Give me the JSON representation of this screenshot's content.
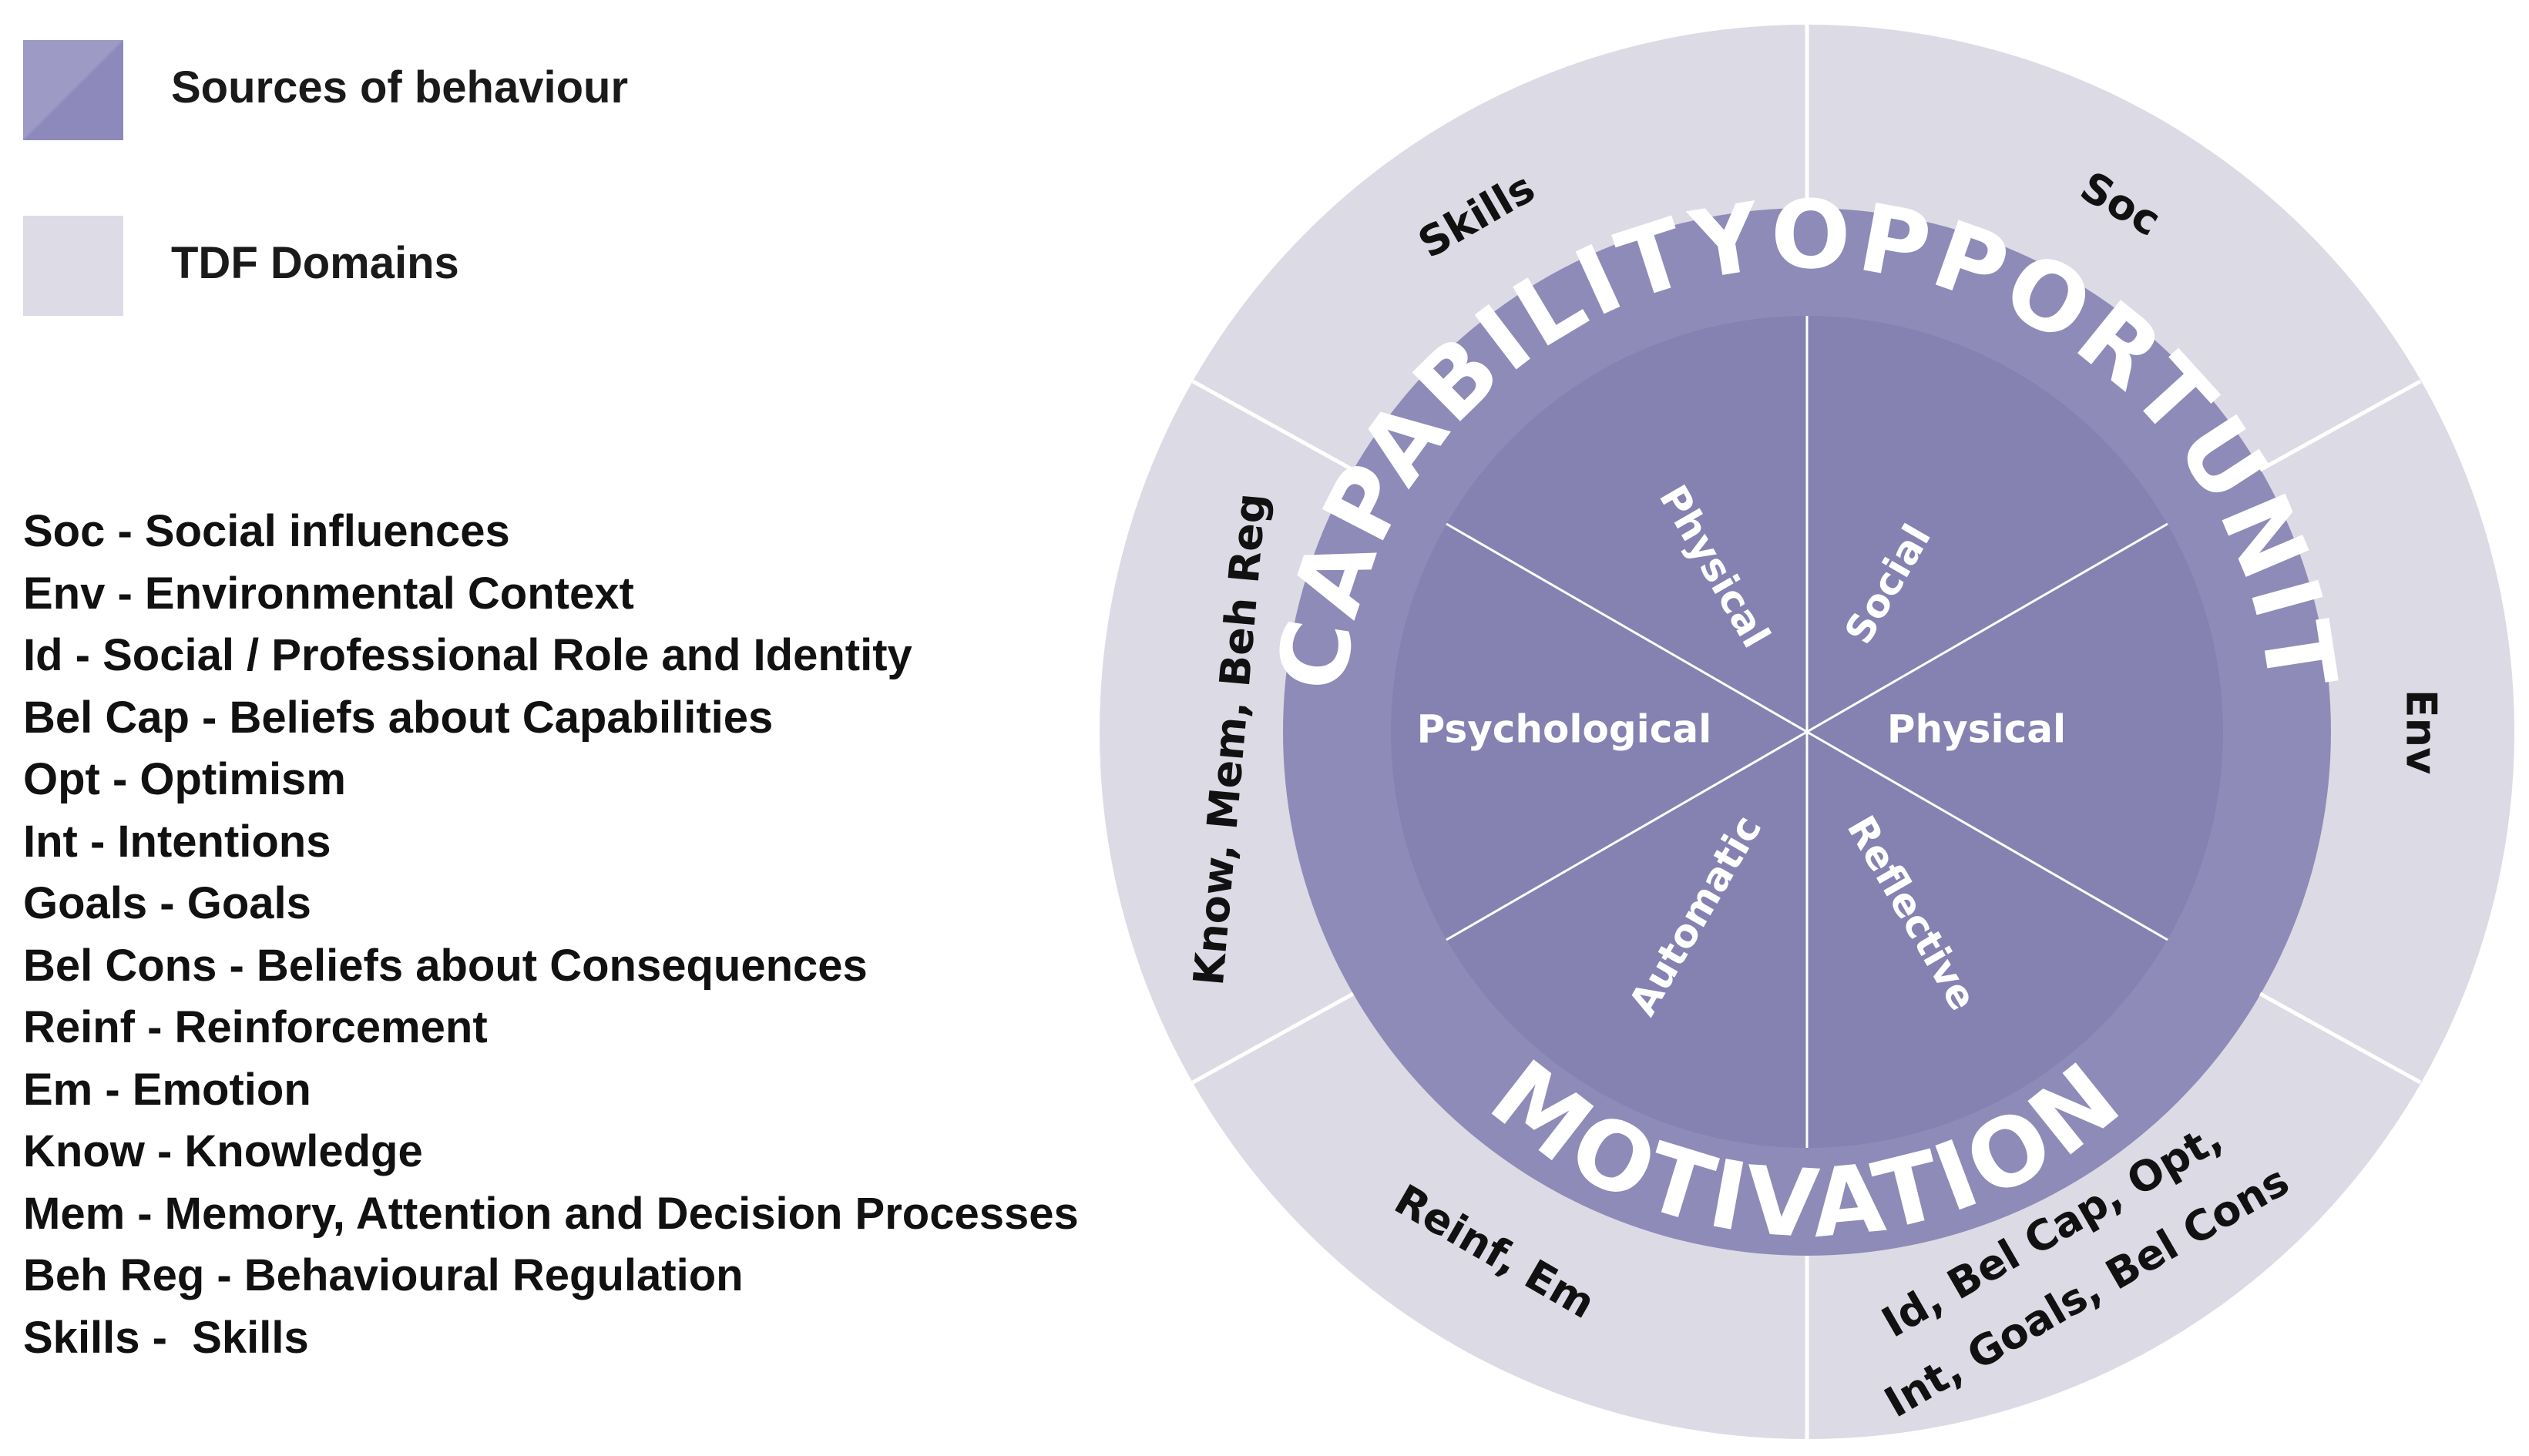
{
  "legend": {
    "sources": {
      "label": "Sources of behaviour",
      "color": "#8f8cba"
    },
    "tdf": {
      "label": "TDF Domains",
      "color": "#dddbe5"
    }
  },
  "abbreviations": [
    "Soc - Social influences",
    "Env - Environmental Context",
    "Id - Social / Professional Role and Identity",
    "Bel Cap - Beliefs about Capabilities",
    "Opt - Optimism",
    "Int - Intentions",
    "Goals - Goals",
    "Bel Cons - Beliefs about Consequences",
    "Reinf - Reinforcement",
    "Em - Emotion",
    "Know - Knowledge",
    "Mem - Memory, Attention and Decision Processes",
    "Beh Reg - Behavioural Regulation",
    "Skills -  Skills"
  ],
  "wheel": {
    "colors": {
      "outer": "#dcdae4",
      "middle": "#8e8bb8",
      "inner": "#8582b2",
      "lines": "#ffffff"
    },
    "sources": [
      "CAPABILITY",
      "OPPORTUNITY",
      "MOTIVATION"
    ],
    "components": [
      "Physical",
      "Social",
      "Psychological",
      "Physical",
      "Automatic",
      "Reflective"
    ],
    "domains": [
      "Skills",
      "Soc",
      "Know, Mem, Beh Reg",
      "Env",
      "Reinf, Em",
      "Id, Bel Cap, Opt,",
      "Int, Goals, Bel Cons"
    ]
  }
}
